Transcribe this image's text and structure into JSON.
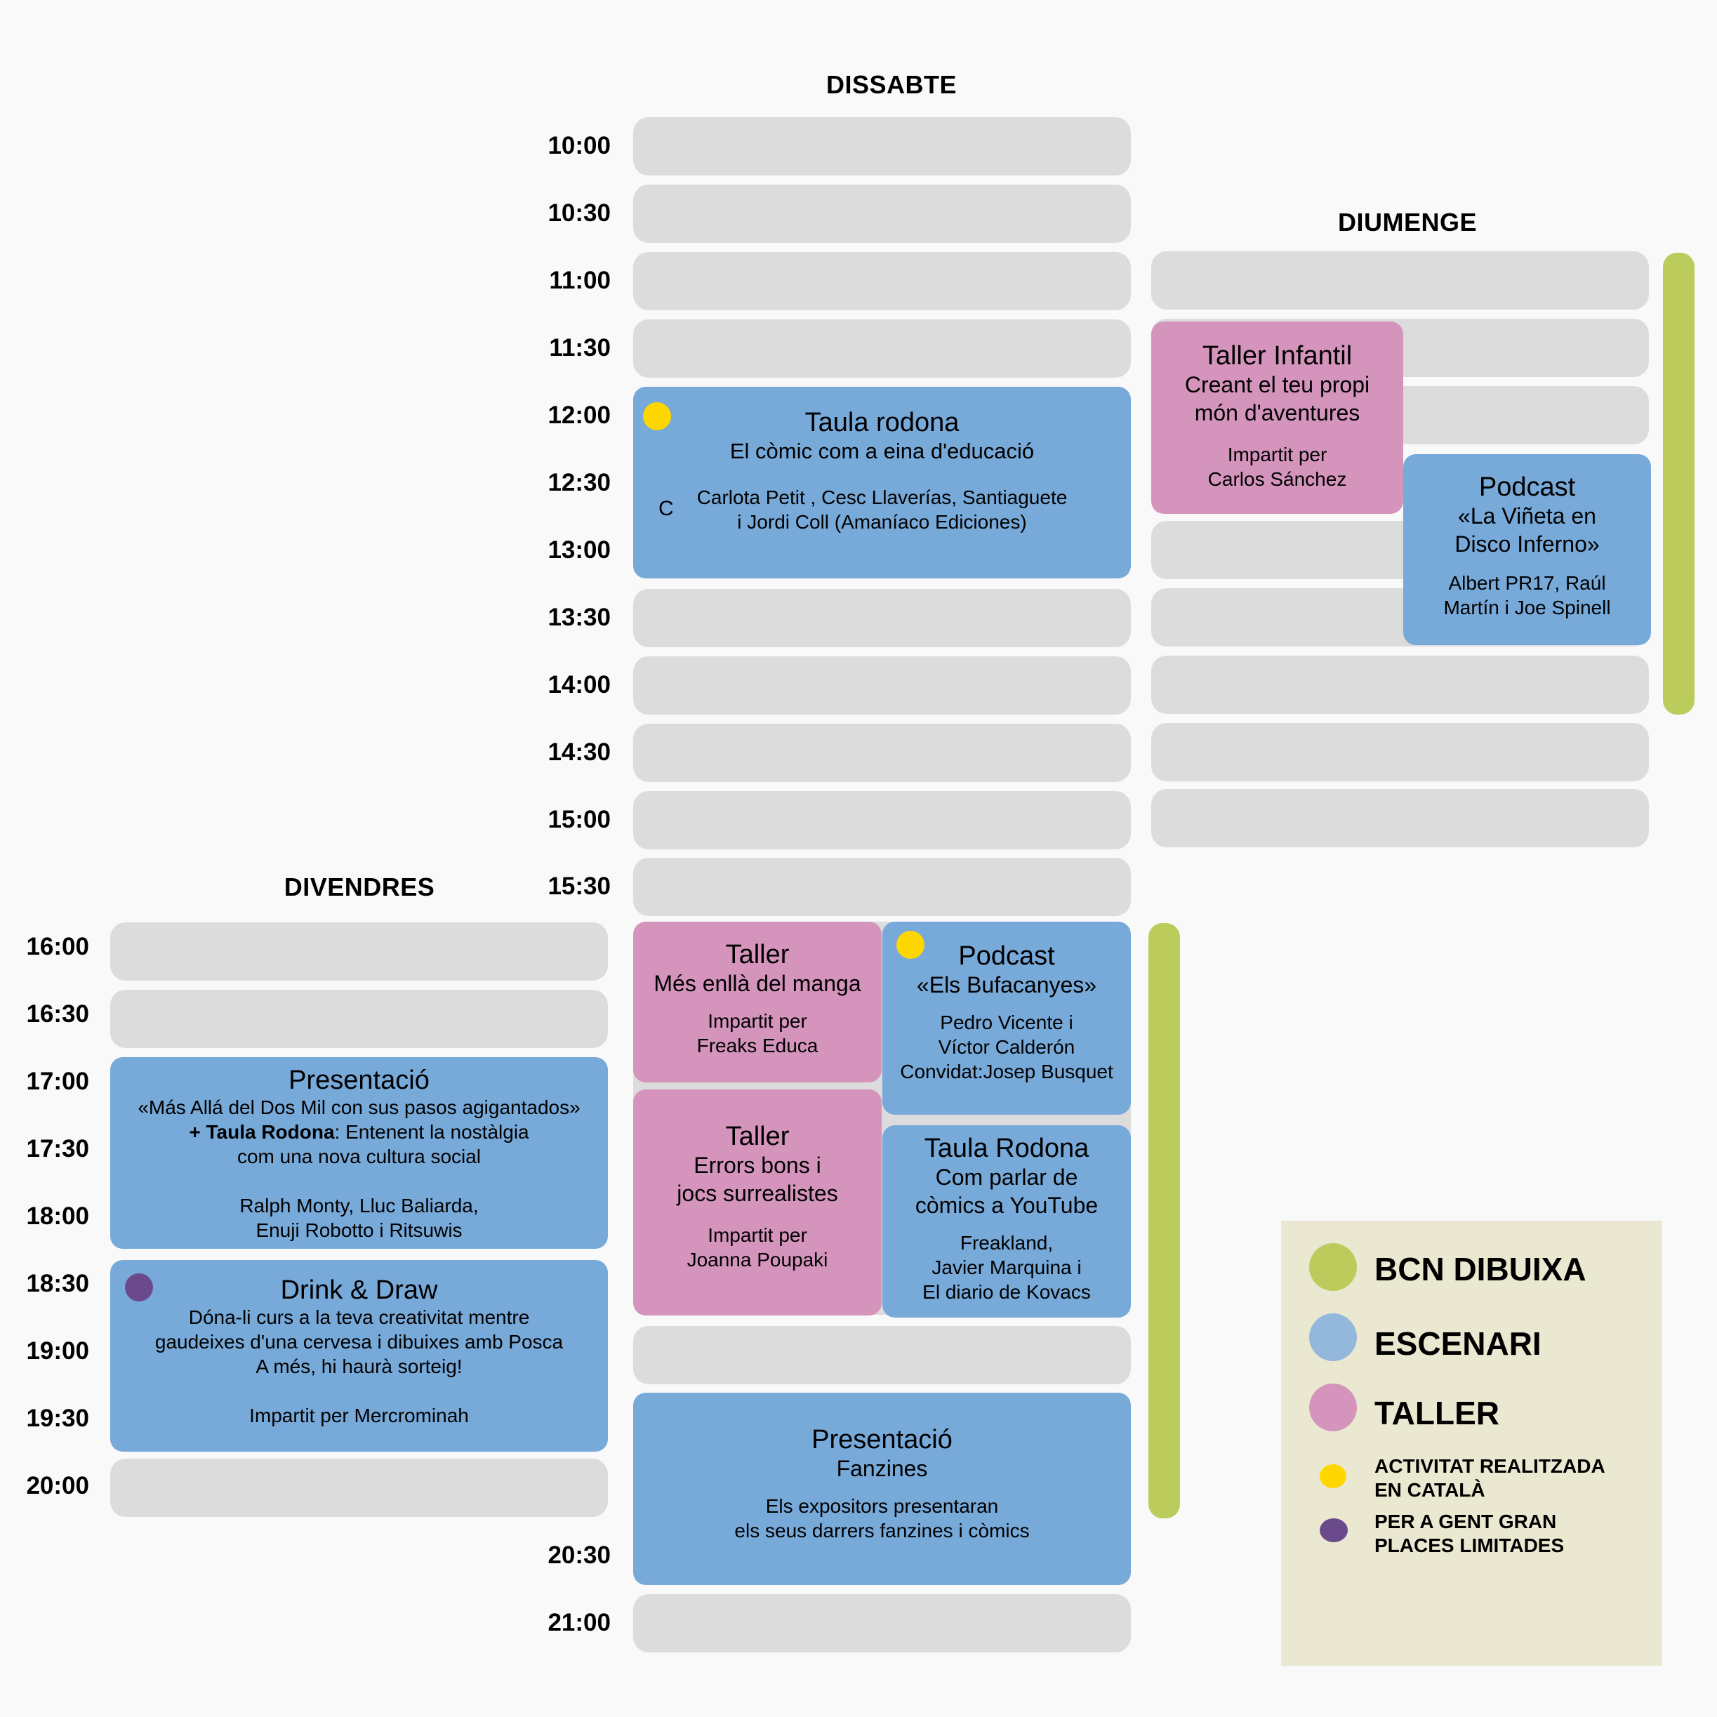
{
  "days": {
    "friday": "DIVENDRES",
    "saturday": "DISSABTE",
    "sunday": "DIUMENGE"
  },
  "saturday_times": [
    "10:00",
    "10:30",
    "11:00",
    "11:30",
    "12:00",
    "12:30",
    "13:00",
    "13:30",
    "14:00",
    "14:30",
    "15:00",
    "15:30",
    "20:30",
    "21:00"
  ],
  "friday_times": [
    "16:00",
    "16:30",
    "17:00",
    "17:30",
    "18:00",
    "18:30",
    "19:00",
    "19:30",
    "20:00"
  ],
  "saturday_events": {
    "taula_rodona": {
      "title": "Taula rodona",
      "subtitle": "El còmic com a eina d'educació",
      "stray": "C",
      "people_1": "Carlota Petit , Cesc Llaverías, Santiaguete",
      "people_2": "i Jordi Coll (Amaníaco Ediciones)"
    },
    "taller_manga": {
      "title": "Taller",
      "subtitle": "Més enllà del manga",
      "people_1": "Impartit per",
      "people_2": "Freaks Educa"
    },
    "podcast_bufacanyes": {
      "title": "Podcast",
      "subtitle": "«Els Bufacanyes»",
      "people_1": "Pedro Vicente i",
      "people_2": "Víctor Calderón",
      "people_3": "Convidat:Josep Busquet"
    },
    "taller_errors": {
      "title": "Taller",
      "subtitle_1": "Errors bons i",
      "subtitle_2": "jocs surrealistes",
      "people_1": "Impartit per",
      "people_2": "Joanna Poupaki"
    },
    "taula_youtube": {
      "title": "Taula Rodona",
      "subtitle_1": "Com parlar de",
      "subtitle_2": "còmics a YouTube",
      "people_1": "Freakland,",
      "people_2": "Javier Marquina i",
      "people_3": "El diario de Kovacs"
    },
    "presentacio_fanzines": {
      "title": "Presentació",
      "subtitle": "Fanzines",
      "people_1": "Els expositors presentaran",
      "people_2": "els seus darrers fanzines i còmics"
    }
  },
  "sunday_events": {
    "taller_infantil": {
      "title": "Taller Infantil",
      "subtitle_1": "Creant el teu propi",
      "subtitle_2": "món d'aventures",
      "people_1": "Impartit per",
      "people_2": "Carlos Sánchez"
    },
    "podcast_vineta": {
      "title": "Podcast",
      "subtitle_1": "«La Viñeta en",
      "subtitle_2": "Disco Inferno»",
      "people_1": "Albert PR17, Raúl",
      "people_2": "Martín i Joe Spinell"
    }
  },
  "friday_events": {
    "presentacio": {
      "title": "Presentació",
      "line_1": "«Más Allá del Dos Mil con sus pasos agigantados»",
      "line_2_bold": "+ Taula Rodona",
      "line_2_rest": ": Entenent la nostàlgia",
      "line_3": "com una nova cultura social",
      "people_1": "Ralph Monty, Lluc Baliarda,",
      "people_2": "Enuji Robotto i Ritsuwis"
    },
    "drink_draw": {
      "title": "Drink & Draw",
      "line_1": "Dóna-li curs a la teva creativitat mentre",
      "line_2": "gaudeixes d'una cervesa i dibuixes amb Posca",
      "line_3": "A més, hi haurà sorteig!",
      "people_1": "Impartit per Mercrominah"
    }
  },
  "legend": {
    "bcn_dibuixa": "BCN DIBUIXA",
    "escenari": "ESCENARI",
    "taller": "TALLER",
    "catala_1": "ACTIVITAT REALITZADA",
    "catala_2": "EN CATALÀ",
    "gent_gran_1": "PER A GENT GRAN",
    "gent_gran_2": "PLACES LIMITADES"
  },
  "colors": {
    "empty_slot": "#dcdcdc",
    "escenari": "#77a9d9",
    "taller": "#d494bc",
    "bcn_dibuixa": "#bccc5c",
    "catala": "#ffd700",
    "gent_gran": "#6b4a8c",
    "legend_bg": "#eae8d0",
    "background": "#f9f9f9"
  }
}
